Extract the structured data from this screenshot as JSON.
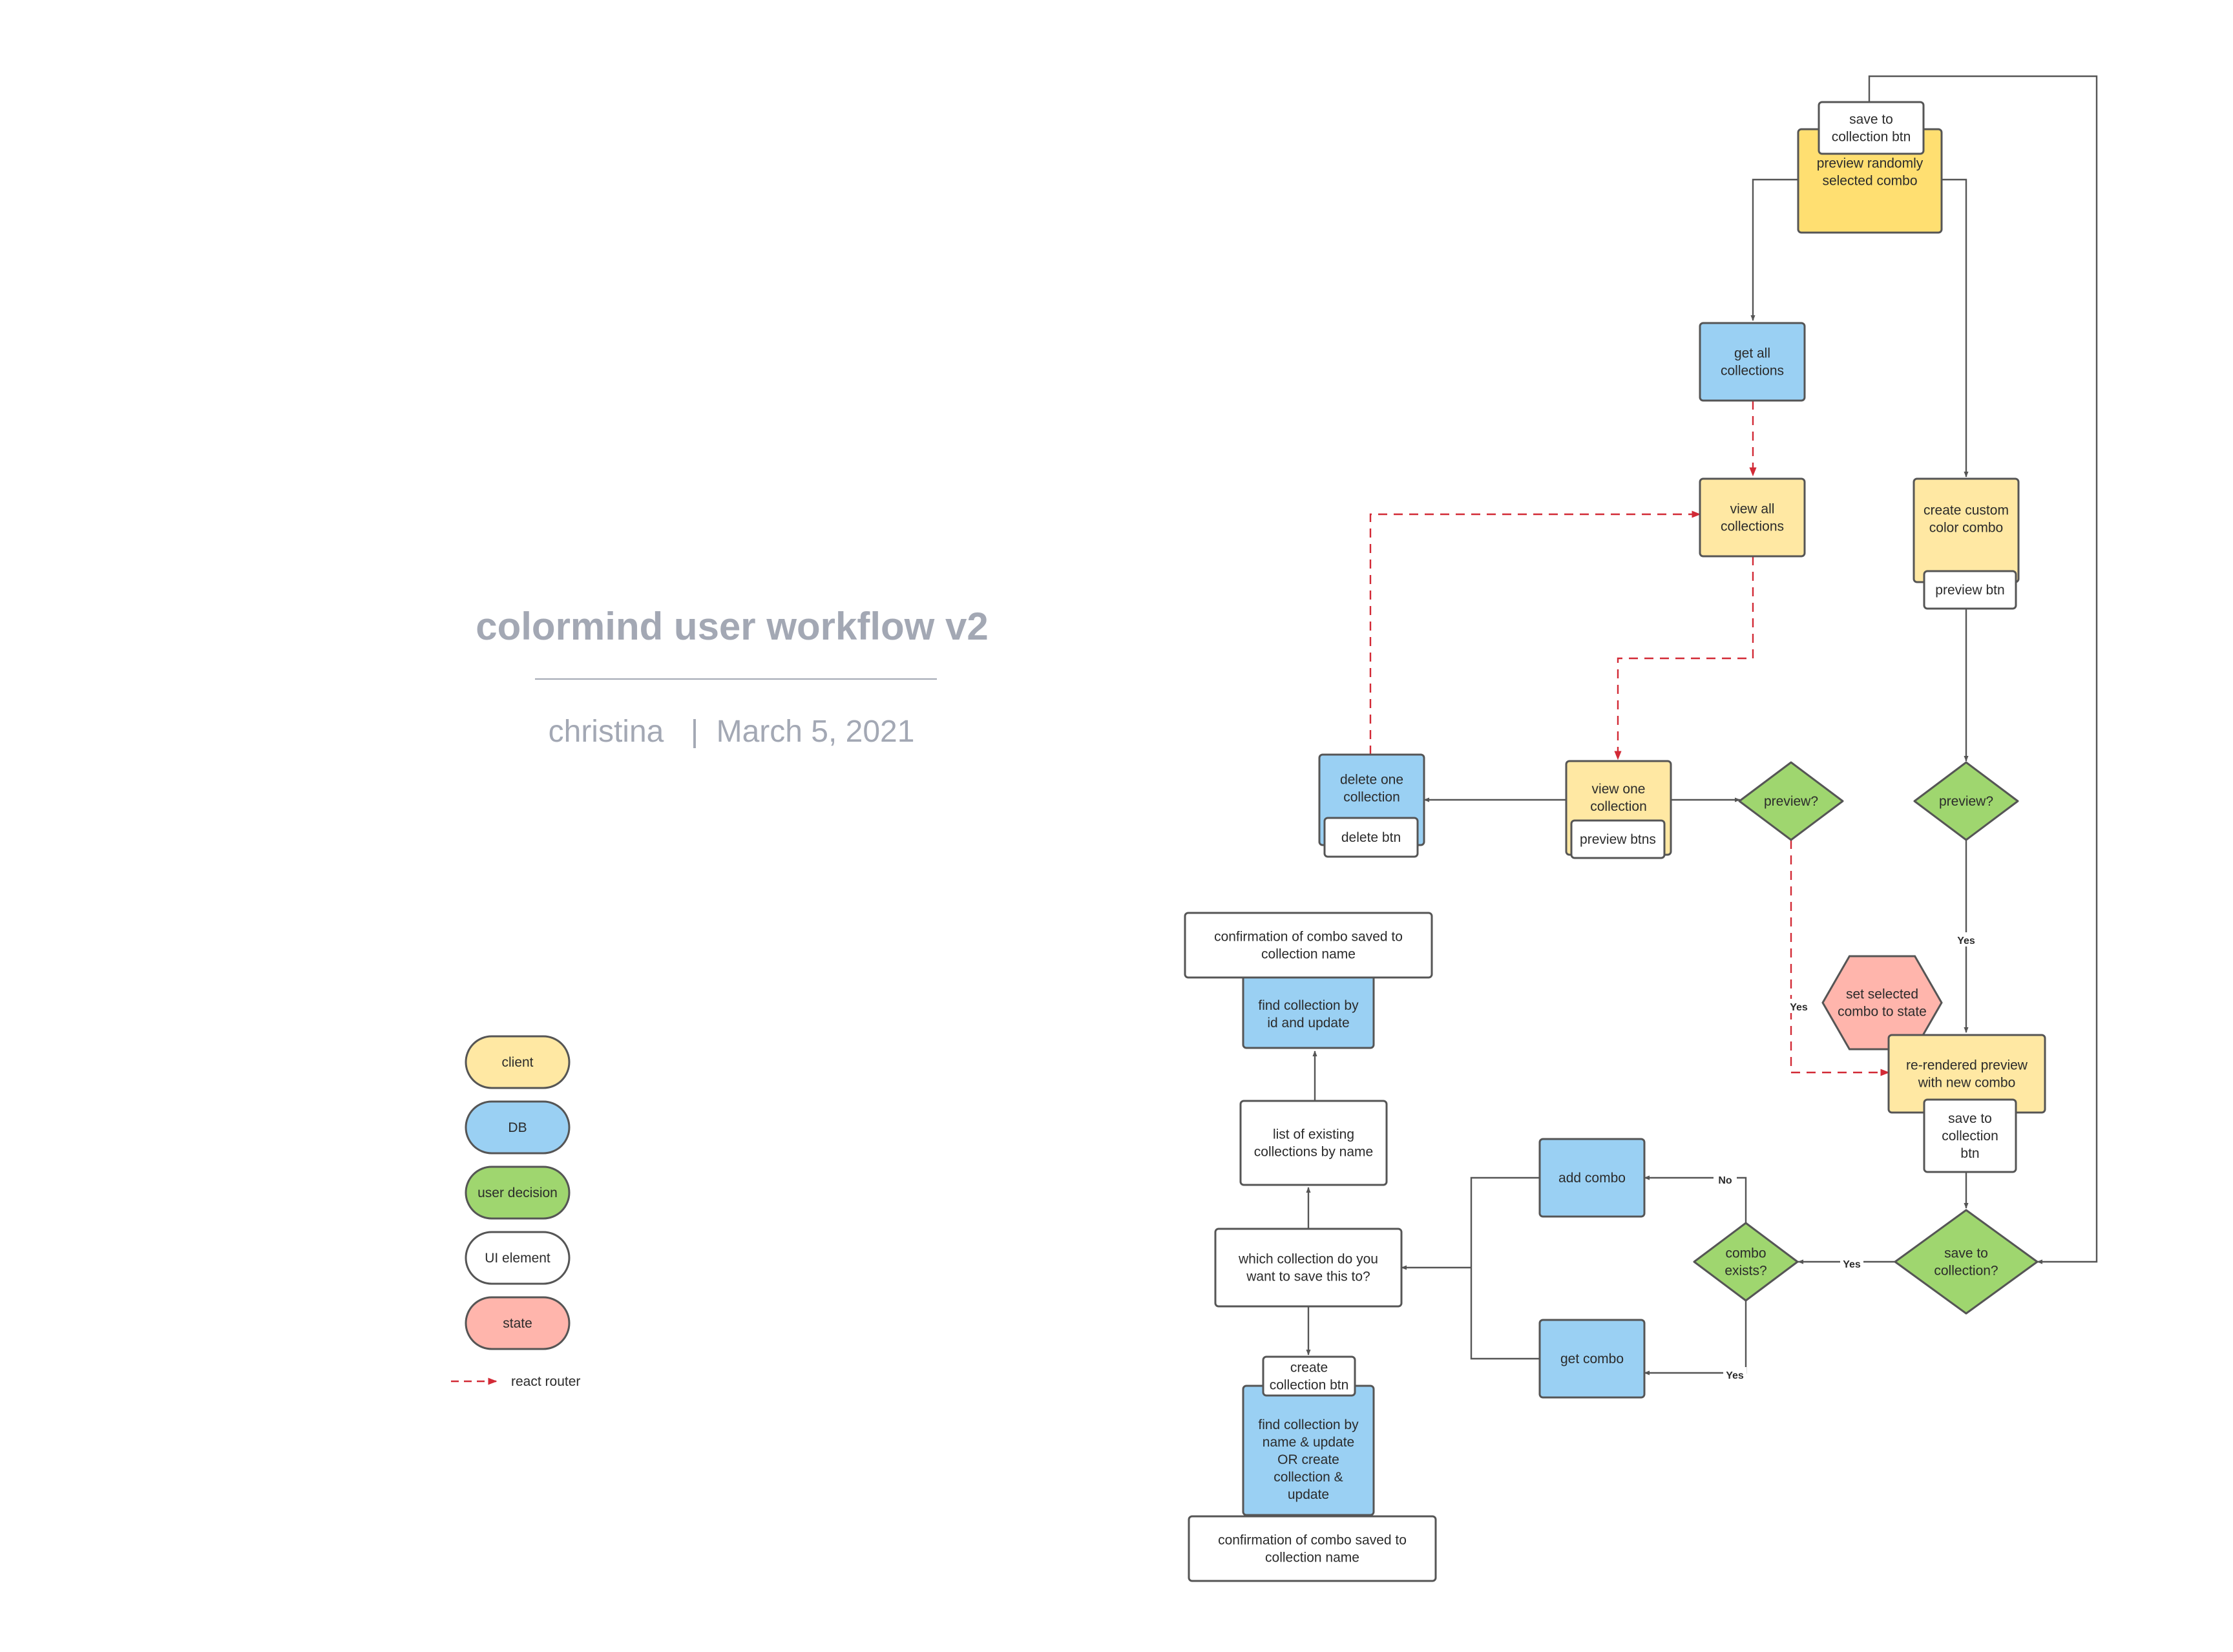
{
  "title": "colormind user workflow v2",
  "author": "christina",
  "separator": "|",
  "date": "March 5, 2021",
  "colors": {
    "client": "#ffe8a3",
    "client_strong": "#ffdf71",
    "db": "#9ad0f3",
    "decision": "#9fd66f",
    "ui": "#ffffff",
    "state": "#ffb5ac",
    "router": "#d22a36",
    "stroke": "#555555"
  },
  "legend": [
    {
      "label": "client",
      "kind": "client"
    },
    {
      "label": "DB",
      "kind": "db"
    },
    {
      "label": "user decision",
      "kind": "decision"
    },
    {
      "label": "UI element",
      "kind": "ui"
    },
    {
      "label": "state",
      "kind": "state"
    }
  ],
  "legend_router": "react router",
  "nodes": {
    "preview_random": {
      "lines": [
        "preview randomly",
        "selected combo"
      ],
      "kind": "client_strong"
    },
    "save_btn_top": {
      "lines": [
        "save to",
        "collection btn"
      ],
      "kind": "ui"
    },
    "get_all": {
      "lines": [
        "get all",
        "collections"
      ],
      "kind": "db"
    },
    "view_all": {
      "lines": [
        "view all",
        "collections"
      ],
      "kind": "client"
    },
    "create_custom": {
      "lines": [
        "create custom",
        "color combo"
      ],
      "kind": "client"
    },
    "preview_btn": {
      "lines": [
        "preview btn"
      ],
      "kind": "ui"
    },
    "view_one": {
      "lines": [
        "view one",
        "collection"
      ],
      "kind": "client"
    },
    "preview_btns": {
      "lines": [
        "preview btns"
      ],
      "kind": "ui"
    },
    "delete_one": {
      "lines": [
        "delete one",
        "collection"
      ],
      "kind": "db"
    },
    "delete_btn": {
      "lines": [
        "delete btn"
      ],
      "kind": "ui"
    },
    "preview_q1": {
      "lines": [
        "preview?"
      ],
      "kind": "decision"
    },
    "preview_q2": {
      "lines": [
        "preview?"
      ],
      "kind": "decision"
    },
    "set_state": {
      "lines": [
        "set selected",
        "combo to state"
      ],
      "kind": "state"
    },
    "rerendered": {
      "lines": [
        "re-rendered preview",
        "with new combo"
      ],
      "kind": "client"
    },
    "save_btn_mid": {
      "lines": [
        "save to",
        "collection",
        "btn"
      ],
      "kind": "ui"
    },
    "save_q": {
      "lines": [
        "save to",
        "collection?"
      ],
      "kind": "decision"
    },
    "combo_exists": {
      "lines": [
        "combo",
        "exists?"
      ],
      "kind": "decision"
    },
    "add_combo": {
      "lines": [
        "add combo"
      ],
      "kind": "db"
    },
    "get_combo": {
      "lines": [
        "get combo"
      ],
      "kind": "db"
    },
    "which_collection": {
      "lines": [
        "which collection do you",
        "want to save this to?"
      ],
      "kind": "ui"
    },
    "list_existing": {
      "lines": [
        "list of existing",
        "collections by name"
      ],
      "kind": "ui"
    },
    "find_update": {
      "lines": [
        "find collection by",
        "id and update"
      ],
      "kind": "db"
    },
    "confirm_top": {
      "lines": [
        "confirmation of combo saved to",
        "collection name"
      ],
      "kind": "ui"
    },
    "find_create": {
      "lines": [
        "find collection by",
        "name & update",
        "OR create",
        "collection &",
        "update"
      ],
      "kind": "db"
    },
    "create_btn": {
      "lines": [
        "create",
        "collection btn"
      ],
      "kind": "ui"
    },
    "confirm_bottom": {
      "lines": [
        "confirmation of combo saved to",
        "collection name"
      ],
      "kind": "ui"
    }
  },
  "edge_labels": {
    "yes_preview_right": "Yes",
    "yes_preview_left": "Yes",
    "yes_save": "Yes",
    "no_exists": "No",
    "yes_exists": "Yes"
  }
}
